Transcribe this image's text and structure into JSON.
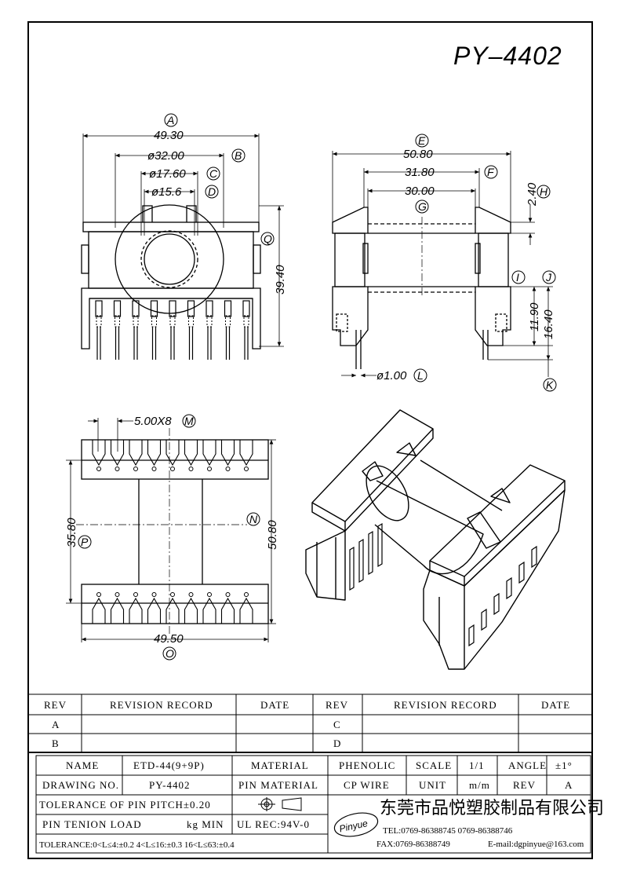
{
  "drawing": {
    "title": "PY–4402",
    "labels": {
      "A": "A",
      "B": "B",
      "C": "C",
      "D": "D",
      "E": "E",
      "F": "F",
      "H": "H",
      "I": "I",
      "J": "J",
      "K": "K",
      "L": "L",
      "M": "M",
      "N": "N",
      "O": "O",
      "P": "P",
      "Q": "Q",
      "G": "G"
    },
    "dims": {
      "A": "49.30",
      "B": "ø32.00",
      "C": "ø17.60",
      "D": "ø15.6",
      "Q": "39.40",
      "E": "50.80",
      "F": "31.80",
      "G": "30.00",
      "H": "2.40",
      "I": "11.90",
      "J": "16.40",
      "L": "ø1.00",
      "M": "5.00X8",
      "P": "35.80",
      "N": "50.80",
      "O": "49.50"
    }
  },
  "revisions": {
    "headers": [
      "REV",
      "REVISION RECORD",
      "DATE",
      "REV",
      "REVISION RECORD",
      "DATE"
    ],
    "rows": [
      [
        "A",
        "",
        "",
        "C",
        "",
        ""
      ],
      [
        "B",
        "",
        "",
        "D",
        "",
        ""
      ]
    ]
  },
  "specs": {
    "name_label": "NAME",
    "name": "ETD-44(9+9P)",
    "material_label": "MATERIAL",
    "material": "PHENOLIC",
    "scale_label": "SCALE",
    "scale": "1/1",
    "angle_label": "ANGLE",
    "angle": "±1°",
    "drawing_no_label": "DRAWING NO.",
    "drawing_no": "PY-4402",
    "pin_material_label": "PIN MATERIAL",
    "pin_material": "CP WIRE",
    "unit_label": "UNIT",
    "unit": "m/m",
    "rev_label": "REV",
    "rev": "A",
    "tolerance_pitch": "TOLERANCE OF PIN PITCH±0.20",
    "pin_tension": "PIN TENION LOAD",
    "pin_tension_unit": "kg MIN",
    "ul": "UL REC:94V-0",
    "tolerance": "TOLERANCE:0<L≤4:±0.2  4<L≤16:±0.3  16<L≤63:±0.4"
  },
  "company": {
    "logo": "Pinyue",
    "name": "东莞市品悦塑胶制品有限公司",
    "tel": "TEL:0769-86388745   0769-86388746",
    "fax": "FAX:0769-86388749",
    "email": "E-mail:dgpinyue@163.com"
  }
}
